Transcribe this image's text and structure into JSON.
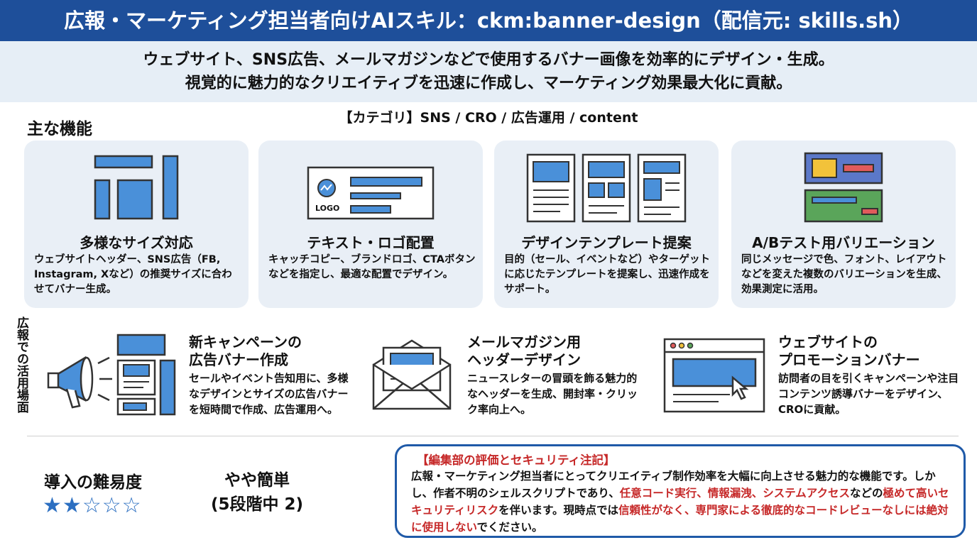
{
  "header": {
    "title": "広報・マーケティング担当者向けAIスキル：ckm:banner-design（配信元: skills.sh）"
  },
  "intro": {
    "line1": "ウェブサイト、SNS広告、メールマガジンなどで使用するバナー画像を効率的にデザイン・生成。",
    "line2": "視覚的に魅力的なクリエイティブを迅速に作成し、マーケティング効果最大化に貢献。"
  },
  "category": "【カテゴリ】SNS / CRO / 広告運用 / content",
  "features": {
    "section_title": "主な機能",
    "cards": [
      {
        "title": "多様なサイズ対応",
        "desc": "ウェブサイトヘッダー、SNS広告（FB, Instagram, Xなど）の推奨サイズに合わせてバナー生成。",
        "icon": "size-layout-icon"
      },
      {
        "title": "テキスト・ロゴ配置",
        "desc": "キャッチコピー、ブランドロゴ、CTAボタンなどを指定し、最適な配置でデザイン。",
        "icon": "logo-banner-icon",
        "icon_text": "LOGO"
      },
      {
        "title": "デザインテンプレート提案",
        "desc": "目的（セール、イベントなど）やターゲットに応じたテンプレートを提案し、迅速作成をサポート。",
        "icon": "templates-icon"
      },
      {
        "title": "A/Bテスト用バリエーション",
        "desc": "同じメッセージで色、フォント、レイアウトなどを変えた複数のバリエーションを生成、効果測定に活用。",
        "icon": "ab-variation-icon"
      }
    ]
  },
  "use_cases": {
    "label": "広報での活用場面",
    "items": [
      {
        "title_line1": "新キャンペーンの",
        "title_line2": "広告バナー作成",
        "desc": "セールやイベント告知用に、多様なデザインとサイズの広告バナーを短時間で作成、広告運用へ。",
        "icon": "megaphone-icon"
      },
      {
        "title_line1": "メールマガジン用",
        "title_line2": "ヘッダーデザイン",
        "desc": "ニュースレターの冒頭を飾る魅力的なヘッダーを生成、開封率・クリック率向上へ。",
        "icon": "envelope-icon"
      },
      {
        "title_line1": "ウェブサイトの",
        "title_line2": "プロモーションバナー",
        "desc": "訪問者の目を引くキャンペーンや注目コンテンツ誘導バナーをデザイン、CROに貢献。",
        "icon": "browser-window-icon"
      }
    ]
  },
  "difficulty": {
    "label": "導入の難易度",
    "value_line1": "やや簡単",
    "value_line2": "(5段階中 2)",
    "rating": 2,
    "max": 5
  },
  "editor_note": {
    "title": "【編集部の評価とセキュリティ注記】",
    "p1": "広報・マーケティング担当者にとってクリエイティブ制作効率を大幅に向上させる魅力的な機能です。しかし、作者不明のシェルスクリプトであり、",
    "r1": "任意コード実行、情報漏洩、システムアクセス",
    "p2": "などの",
    "r2": "極めて高いセキュリティリスク",
    "p3": "を伴います。現時点では",
    "r3": "信頼性がなく、専門家による徹底的なコードレビューなしには絶対に使用しない",
    "p4": "でください。"
  },
  "colors": {
    "header_bg": "#1e4f9a",
    "intro_bg": "#e6eef6",
    "card_bg": "#e9eff6",
    "accent_blue": "#4a90d9",
    "warning_red": "#c62828"
  }
}
